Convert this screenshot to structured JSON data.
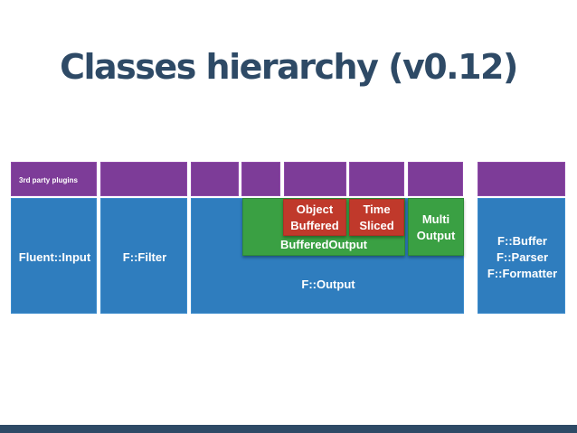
{
  "title": "Classes hierarchy (v0.12)",
  "colors": {
    "title": "#2e4a66",
    "plugins": "#7d3c98",
    "core": "#2f7dbe",
    "buffered": "#3aa043",
    "object_time": "#c0392b",
    "footer": "#2e4a66"
  },
  "plugins_label": "3rd party plugins",
  "blocks": {
    "input": "Fluent::Input",
    "filter": "F::Filter",
    "output": "F::Output",
    "buffered_output": "BufferedOutput",
    "object_buffered": [
      "Object",
      "Buffered"
    ],
    "time_sliced": [
      "Time",
      "Sliced"
    ],
    "multi_output": [
      "Multi",
      "Output"
    ],
    "utilities": [
      "F::Buffer",
      "F::Parser",
      "F::Formatter"
    ]
  }
}
